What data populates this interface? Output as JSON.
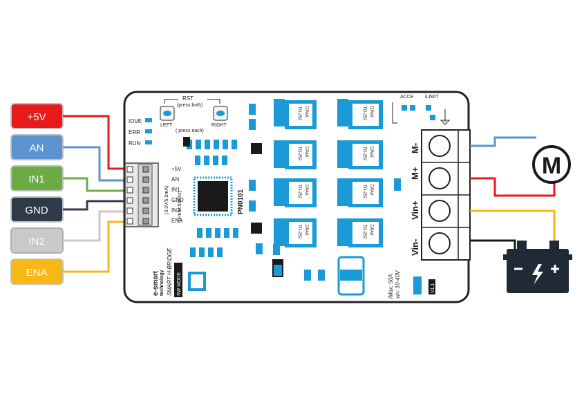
{
  "pins": [
    {
      "label": "+5V",
      "color": "#e8191b"
    },
    {
      "label": "AN",
      "color": "#5b93cf"
    },
    {
      "label": "IN1",
      "color": "#6aab44"
    },
    {
      "label": "GND",
      "color": "#2d3a4a"
    },
    {
      "label": "IN2",
      "color": "#c9c9c9"
    },
    {
      "label": "ENA",
      "color": "#f7b715"
    }
  ],
  "board": {
    "header_pins": [
      "+5V",
      "AN",
      "IN1",
      "GND",
      "IN2",
      "ENA"
    ],
    "status_leds": [
      "IOVE",
      "ERR",
      "RUN"
    ],
    "rst_label": "RST",
    "rst_sub": "(press  both)",
    "left_label": "LEFT",
    "right_label": "RIGHT",
    "press_each": "( press each)",
    "pwm_note": "(Fmax:50Khz)",
    "an_note": "(3.3V/5.5mA)",
    "mcu_marking": "PN0101",
    "acce_label": "ACCE",
    "ilimit_label": "iLIMIT",
    "terminal_labels": [
      "M-",
      "M+",
      "Vin+",
      "Vin-"
    ],
    "mosfet_marking_top": "DPAK",
    "mosfet_marking_bottom": "TO-252",
    "brand_line1": "e-smart",
    "brand_line2": "technology",
    "product_name": "SMART H-BRIDGE",
    "sw_mode": "SW MODE",
    "spec_imax": "iMax: 50A",
    "spec_vin": "vin: 10-40V",
    "version": "V1.1"
  },
  "motor_label": "M",
  "colors": {
    "pcb": "#ffffff",
    "pcb_outline": "#222222",
    "accent_blue": "#1a9ad6",
    "wire_red": "#e8191b",
    "wire_blue": "#5b93cf",
    "wire_yellow": "#f7b715",
    "wire_black": "#1a1a1a",
    "battery": "#1f2a36"
  }
}
